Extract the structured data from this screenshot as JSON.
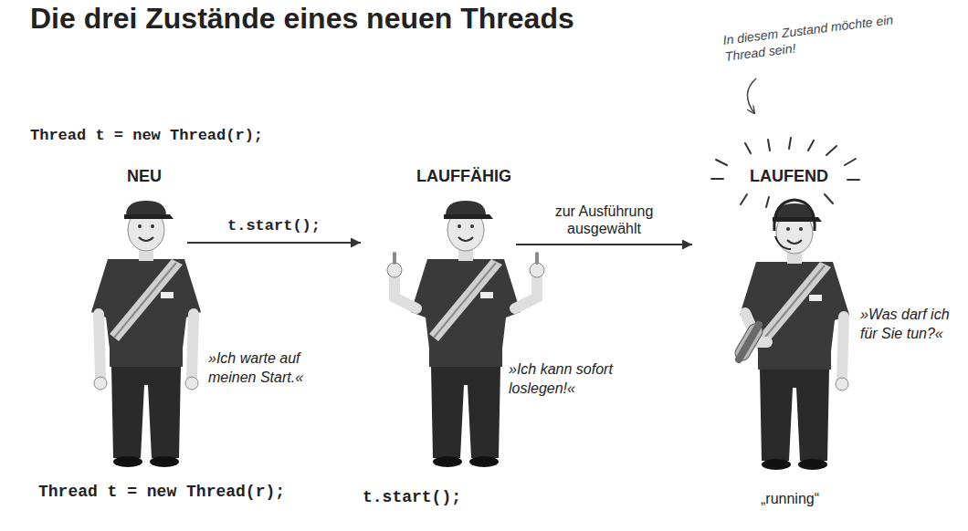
{
  "diagram": {
    "title": "Die drei Zustände eines neuen Threads",
    "nodes": [
      {
        "text": [
          "NEU",
          "»Ich warte auf meinen Start.«"
        ]
      },
      {
        "text": [
          "LAUFFÄHIG",
          "»Ich kann sofort loslegen!«"
        ]
      },
      {
        "text": [
          "LAUFEND",
          "»Was darf ich für Sie tun?«"
        ]
      }
    ],
    "edges": [
      {
        "from": 0,
        "to": 1,
        "arrow": "to",
        "label": "t.start();"
      },
      {
        "from": 1,
        "to": 2,
        "arrow": "to",
        "label": "zur Ausführung ausgewählt"
      }
    ],
    "labels": [
      "Thread t = new Thread(r);",
      "In diesem Zustand möchte ein Thread sein!",
      "Thread t = new Thread(r);",
      "t.start();",
      "„running“"
    ]
  }
}
